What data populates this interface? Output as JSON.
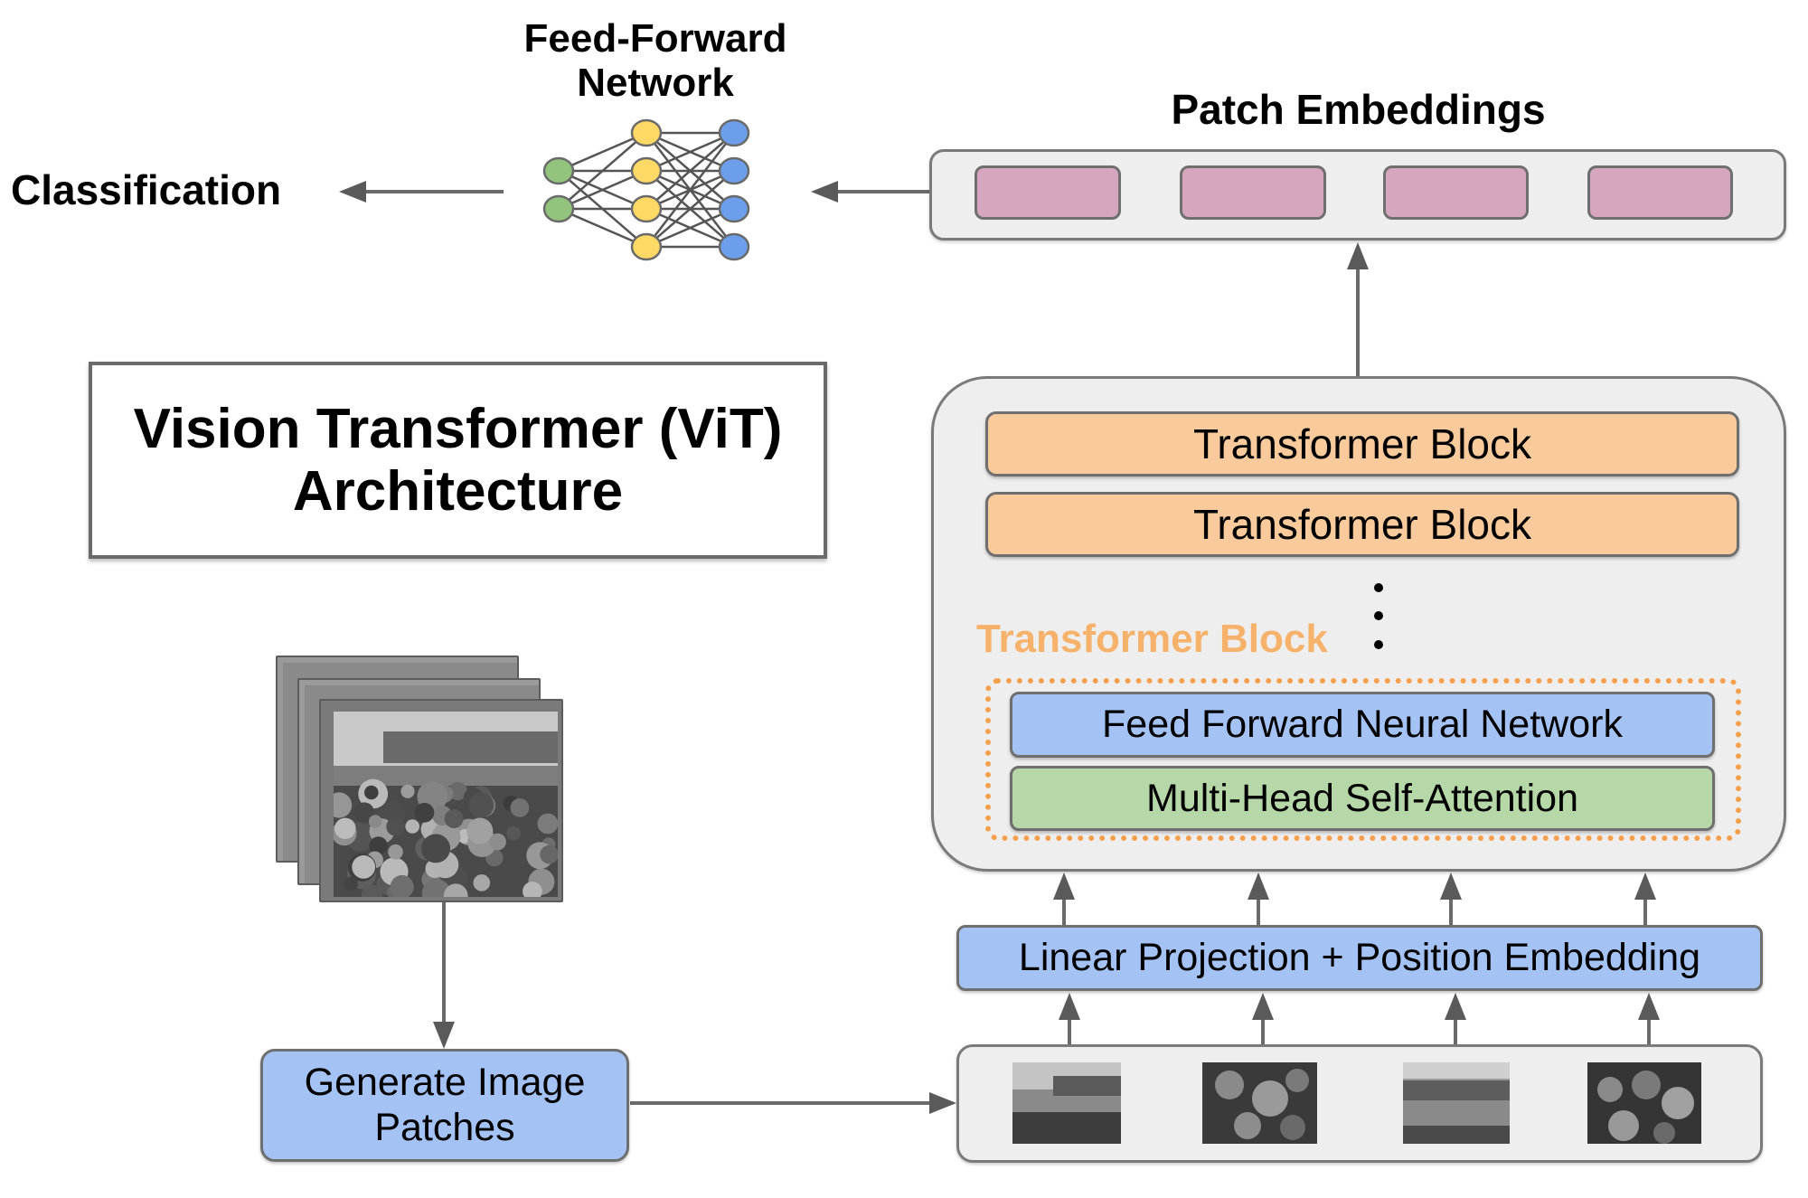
{
  "title": {
    "line1": "Vision Transformer (ViT)",
    "line2": "Architecture"
  },
  "classification_label": "Classification",
  "ffn_icon": {
    "title_line1": "Feed-Forward",
    "title_line2": "Network",
    "layers": [
      {
        "name": "input",
        "nodes": 2,
        "color": "#93c47d"
      },
      {
        "name": "hidden",
        "nodes": 4,
        "color": "#ffd966"
      },
      {
        "name": "output",
        "nodes": 4,
        "color": "#6d9eeb"
      }
    ]
  },
  "patch_embeddings": {
    "label": "Patch Embeddings",
    "count": 4,
    "color": "#d5a6bd"
  },
  "encoder": {
    "blocks": [
      {
        "label": "Transformer Block",
        "color": "#f9cb9c"
      },
      {
        "label": "Transformer Block",
        "color": "#f9cb9c"
      }
    ],
    "ellipsis": "⋮",
    "detail_label": "Transformer Block",
    "detail_label_color": "#f6b26b",
    "detail_layers": [
      {
        "label": "Feed Forward Neural Network",
        "color": "#a4c2f4"
      },
      {
        "label": "Multi-Head Self-Attention",
        "color": "#b6d7a8"
      }
    ]
  },
  "linear_projection": {
    "label": "Linear Projection + Position Embedding",
    "color": "#a4c2f4"
  },
  "image_input": {
    "stack_icon": "image-stack-icon",
    "frames": 3
  },
  "generate_patches": {
    "line1": "Generate Image",
    "line2": "Patches",
    "color": "#a4c2f4"
  },
  "image_patches": {
    "count": 4
  },
  "colors": {
    "arrow": "#666666",
    "container_bg": "#eeeeee",
    "border": "#6f6f6f"
  }
}
